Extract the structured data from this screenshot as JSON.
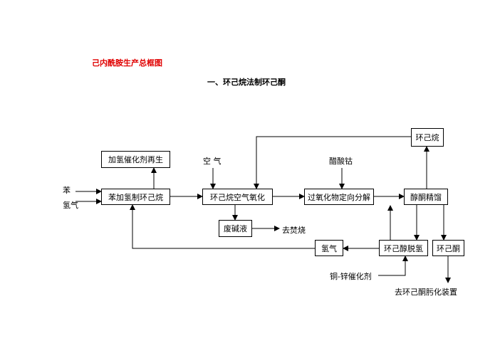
{
  "title": "己内酰胺生产总框图",
  "subtitle": "一、环己烷法制环己酮",
  "colors": {
    "title": "#e00000",
    "line": "#000000"
  },
  "boxes": {
    "catalyst_regen": "加氢催化剂再生",
    "benzene_hydrogenation": "苯加氢制环己烷",
    "air_oxidation": "环己烷空气氧化",
    "peroxide_decomposition": "过氧化物定向分解",
    "alcohol_ketone_rectification": "醇酮精馏",
    "cyclohexane": "环己烷",
    "waste_alkali": "废碱液",
    "hydrogen": "氢气",
    "cyclohexanol_dehydrogenation": "环己醇脱氢",
    "cyclohexanone": "环己酮"
  },
  "labels": {
    "benzene": "苯",
    "hydrogen_in": "氢气",
    "air": "空  气",
    "cobalt_acetate": "醋酸钴",
    "to_incineration": "去焚烧",
    "cu_zn_catalyst": "铜-锌催化剂",
    "to_oximation": "去环己酮肟化装置"
  }
}
